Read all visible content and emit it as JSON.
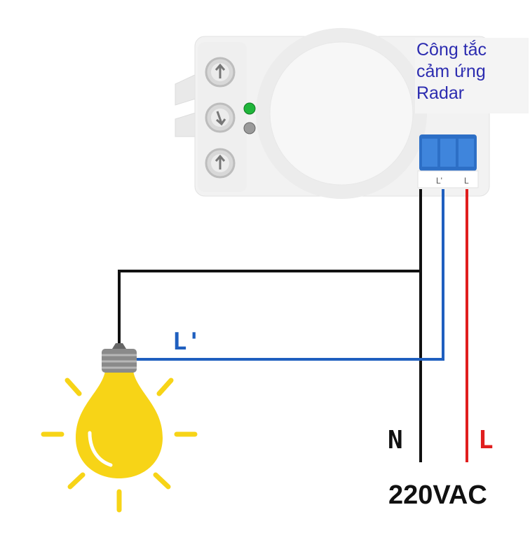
{
  "device": {
    "caption_lines": [
      "Công tắc",
      "cảm ứng",
      "Radar"
    ]
  },
  "wires": {
    "l_prime_label": "L'",
    "neutral_label": "N",
    "live_label": "L",
    "supply_label": "220VAC",
    "terminal_labels": [
      "L'",
      "L"
    ],
    "colors": {
      "neutral": "#111111",
      "l_prime": "#1f5fbf",
      "live": "#e01e1e"
    }
  },
  "bulb": {
    "color": "#f7d417"
  }
}
